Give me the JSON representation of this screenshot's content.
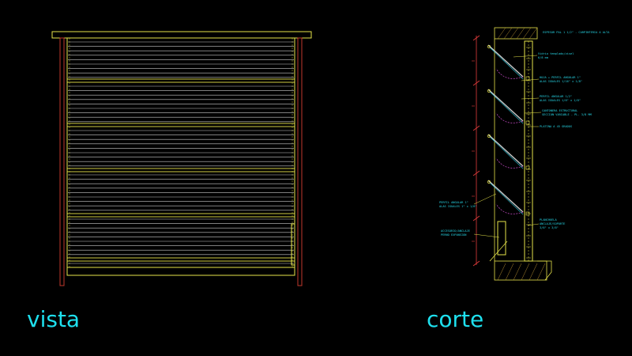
{
  "labels": {
    "vista": "vista",
    "corte": "corte"
  },
  "colors": {
    "background": "#000000",
    "frame_yellow": "#e6e34a",
    "slat_grey": "#c9c9c9",
    "post_red": "#c0392b",
    "dimension_red": "#e23b3b",
    "cyan_text": "#1ee0ee",
    "magenta": "#d14fd1"
  },
  "annotations": {
    "top_note": "ESPESOR PAL 1 1/2\" - CARPINTERIA A ALTA",
    "note_1_a": "Vidrio templado/visel",
    "note_1_b": "6/8 mm",
    "note_2_a": "HOJA + PERFIL ANGULAR 1\"",
    "note_2_b": "ALAS IGUALES 1/16\" x 1/8\"",
    "note_3_a": "PERFIL ANGULAR 1/2\"",
    "note_3_b": "ALAS IGUALES 1/8\" x 1/8\"",
    "note_4_a": "CANTONERA ESTRUCTURAL",
    "note_4_b": "SECCION VARIABLE - PL. 3/8 MM",
    "note_5": "PLATINA A 45 GRADOS",
    "note_6_a": "PERFIL ANGULAR 1\"",
    "note_6_b": "ALAS IGUALES 1\" x 1/8\"",
    "note_7_a": "PLANCHUELA",
    "note_7_b": "ANCLAJE/SOPORTE",
    "note_7_c": "3/8\" x 3/8\"",
    "note_8_a": "ACCESORIO/ANCLAJE",
    "note_8_b": "PERNO EXPANSION"
  }
}
